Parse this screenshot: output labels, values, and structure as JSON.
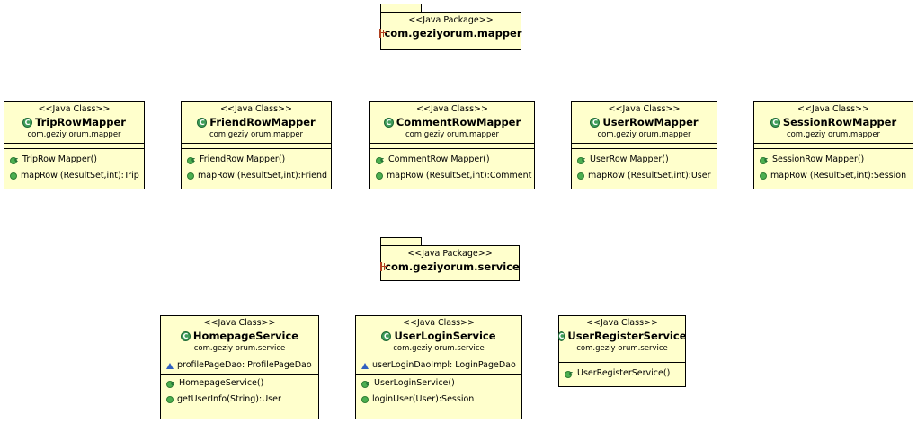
{
  "packages": [
    {
      "stereotype": "<<Java Package>>",
      "name": "com.geziyorum.mapper"
    },
    {
      "stereotype": "<<Java Package>>",
      "name": "com.geziyorum.service"
    }
  ],
  "mapper_classes": [
    {
      "stereotype": "<<Java Class>>",
      "name": "TripRowMapper",
      "package": "com.geziy orum.mapper",
      "constructor": "TripRow Mapper()",
      "method": "mapRow (ResultSet,int):Trip"
    },
    {
      "stereotype": "<<Java Class>>",
      "name": "FriendRowMapper",
      "package": "com.geziy orum.mapper",
      "constructor": "FriendRow Mapper()",
      "method": "mapRow (ResultSet,int):Friend"
    },
    {
      "stereotype": "<<Java Class>>",
      "name": "CommentRowMapper",
      "package": "com.geziy orum.mapper",
      "constructor": "CommentRow Mapper()",
      "method": "mapRow (ResultSet,int):Comment"
    },
    {
      "stereotype": "<<Java Class>>",
      "name": "UserRowMapper",
      "package": "com.geziy orum.mapper",
      "constructor": "UserRow Mapper()",
      "method": "mapRow (ResultSet,int):User"
    },
    {
      "stereotype": "<<Java Class>>",
      "name": "SessionRowMapper",
      "package": "com.geziy orum.mapper",
      "constructor": "SessionRow Mapper()",
      "method": "mapRow (ResultSet,int):Session"
    }
  ],
  "service_classes": [
    {
      "stereotype": "<<Java Class>>",
      "name": "HomepageService",
      "package": "com.geziy orum.service",
      "field": "profilePageDao: ProfilePageDao",
      "constructor": "HomepageService()",
      "method": "getUserInfo(String):User"
    },
    {
      "stereotype": "<<Java Class>>",
      "name": "UserLoginService",
      "package": "com.geziy orum.service",
      "field": "userLoginDaoImpl: LoginPageDao",
      "constructor": "UserLoginService()",
      "method": "loginUser(User):Session"
    },
    {
      "stereotype": "<<Java Class>>",
      "name": "UserRegisterService",
      "package": "com.geziy orum.service",
      "constructor": "UserRegisterService()"
    }
  ],
  "icons": {
    "class": "class-icon",
    "constructor": "constructor-icon",
    "method": "public-method-icon",
    "field": "package-field-icon",
    "package": "package-icon"
  },
  "colors": {
    "fill": "#ffffcc",
    "border": "#000000",
    "class_icon": "#3f9d5a"
  }
}
